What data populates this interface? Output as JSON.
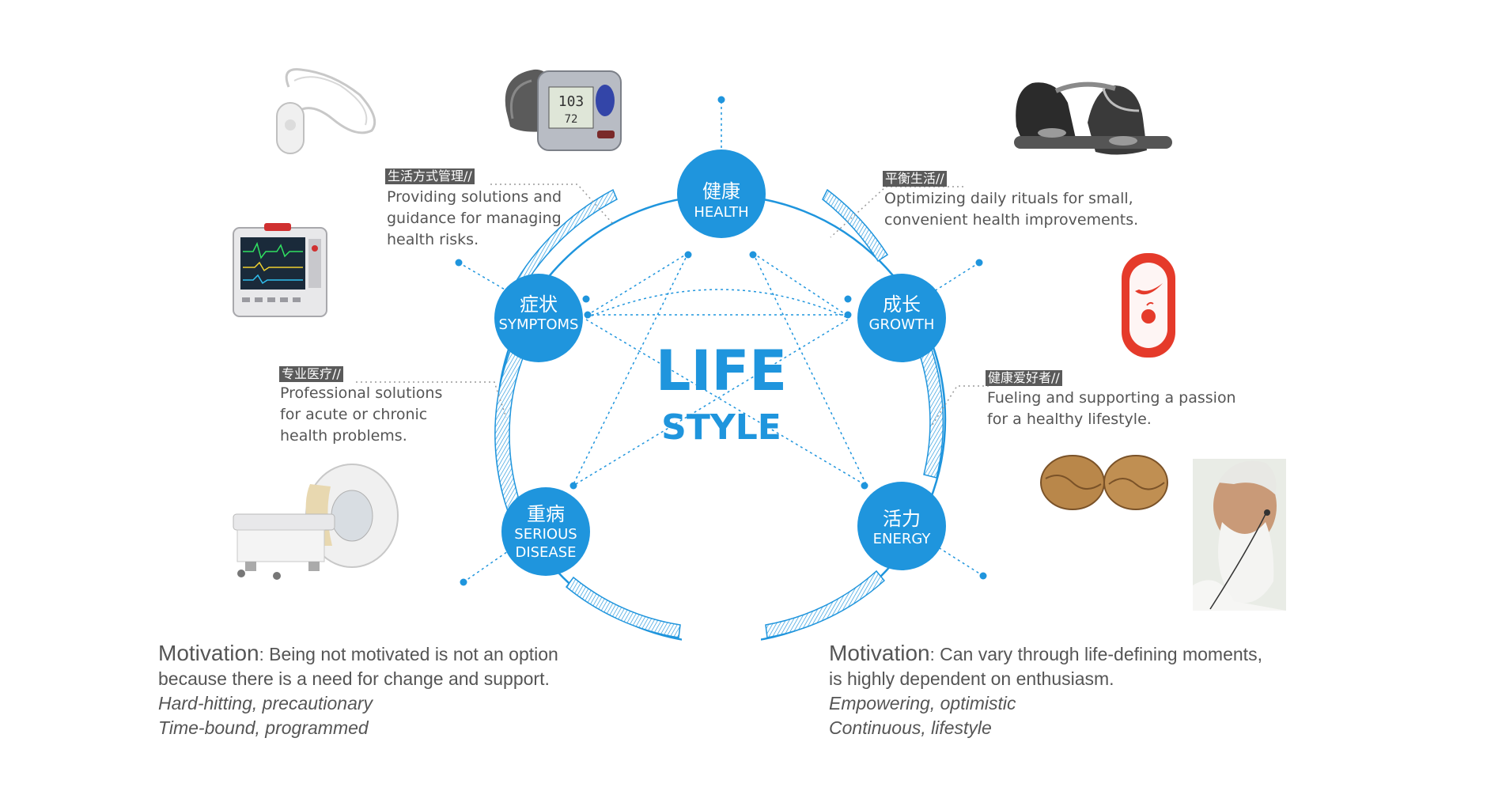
{
  "center": {
    "line1": "LIFE",
    "line2": "STYLE"
  },
  "nodes": {
    "health": {
      "cn": "健康",
      "en": "HEALTH"
    },
    "symptoms": {
      "cn": "症状",
      "en": "SYMPTOMS"
    },
    "growth": {
      "cn": "成长",
      "en": "GROWTH"
    },
    "disease": {
      "cn": "重病",
      "en1": "SERIOUS",
      "en2": "DISEASE"
    },
    "energy": {
      "cn": "活力",
      "en": "ENERGY"
    }
  },
  "annotations": {
    "lifestyle_mgmt": {
      "tag": "生活方式管理//",
      "lines": [
        "Providing solutions and",
        "guidance for managing",
        "health risks."
      ]
    },
    "professional": {
      "tag": "专业医疗//",
      "lines": [
        "Professional solutions",
        "for acute or chronic",
        "health problems."
      ]
    },
    "balance": {
      "tag": "平衡生活//",
      "lines": [
        "Optimizing daily rituals for small,",
        "convenient health improvements."
      ]
    },
    "enthusiast": {
      "tag": "健康爱好者//",
      "lines": [
        "Fueling and supporting a passion",
        "for a healthy lifestyle."
      ]
    }
  },
  "motivation_left": {
    "head": "Motivation",
    "colon": ":",
    "line1": "Being not motivated is not an option",
    "line2": "because there is a need for change and support.",
    "line3": "Hard-hitting, precautionary",
    "line4": "Time-bound, programmed"
  },
  "motivation_right": {
    "head": "Motivation",
    "colon": ":",
    "line1": "Can vary through life-defining moments,",
    "line2": "is highly dependent on enthusiasm.",
    "line3": "Empowering, optimistic",
    "line4": "Continuous, lifestyle"
  },
  "colors": {
    "accent": "#1f95dd",
    "tag_bg": "#5a5a5a",
    "text": "#555555"
  }
}
